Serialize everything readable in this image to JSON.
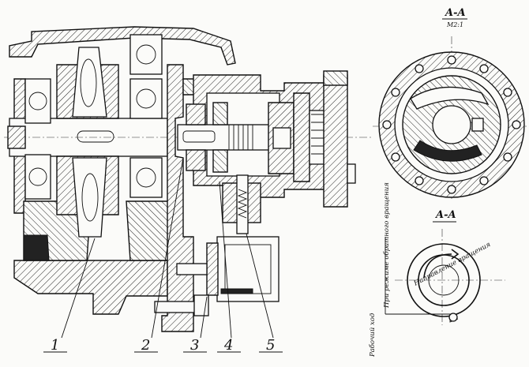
{
  "section_labels": {
    "top_title": "A-A",
    "top_scale": "M2:1",
    "bottom_title": "A-A"
  },
  "callouts": [
    "1",
    "2",
    "3",
    "4",
    "5"
  ],
  "rotated_notes": {
    "note_1": "При режиме обратного вращения",
    "note_2": "Рабочий ход",
    "ring_text": "Направление вращения"
  }
}
